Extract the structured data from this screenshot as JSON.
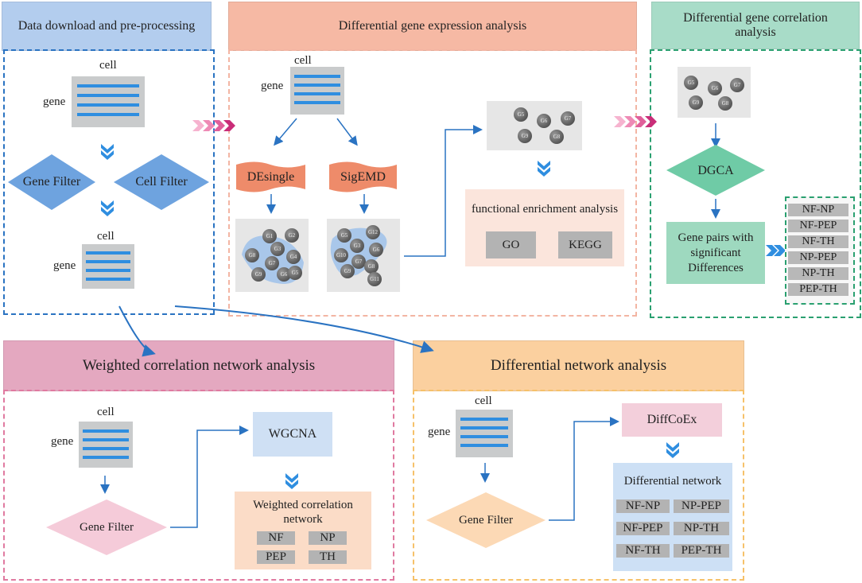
{
  "headers": {
    "data_download": "Data download and pre-processing",
    "diff_expression": "Differential gene expression analysis",
    "diff_correlation": "Differential gene correlation analysis",
    "wgcna_section": "Weighted correlation network analysis",
    "diff_network": "Differential network analysis"
  },
  "matrix_labels": {
    "row": "gene",
    "col": "cell"
  },
  "filters": {
    "gene": "Gene Filter",
    "cell": "Cell Filter"
  },
  "methods": {
    "desingle": "DEsingle",
    "sigemd": "SigEMD",
    "dgca": "DGCA",
    "wgcna": "WGCNA",
    "diffcoex": "DiffCoEx"
  },
  "gene_nodes": {
    "desingle": [
      "G1",
      "G2",
      "G3",
      "G8",
      "G4",
      "G7",
      "G6",
      "G5",
      "G9"
    ],
    "sigemd": [
      "G5",
      "G12",
      "G3",
      "G10",
      "G6",
      "G7",
      "G9",
      "G8",
      "G11"
    ],
    "cluster": [
      "G5",
      "G6",
      "G7",
      "G9",
      "G8"
    ],
    "dgca": [
      "G5",
      "G6",
      "G7",
      "G9",
      "G8"
    ]
  },
  "enrichment": {
    "title": "functional enrichment analysis",
    "go": "GO",
    "kegg": "KEGG"
  },
  "gene_pairs": {
    "title": "Gene pairs with significant Differences",
    "items": [
      "NF-NP",
      "NF-PEP",
      "NF-TH",
      "NP-PEP",
      "NP-TH",
      "PEP-TH"
    ]
  },
  "weighted_network": {
    "title": "Weighted correlation network",
    "items": [
      "NF",
      "NP",
      "PEP",
      "TH"
    ]
  },
  "differential_network": {
    "title": "Differential network",
    "items": [
      "NF-NP",
      "NP-PEP",
      "NF-PEP",
      "NP-TH",
      "NF-TH",
      "PEP-TH"
    ]
  },
  "colors": {
    "blue_header": "#b3cdee",
    "salmon_header": "#f6b9a4",
    "green_header": "#a8dcc8",
    "pink_header": "#e4a8c0",
    "orange_header": "#fbd09f",
    "arrow_blue": "#2f8ee0"
  }
}
